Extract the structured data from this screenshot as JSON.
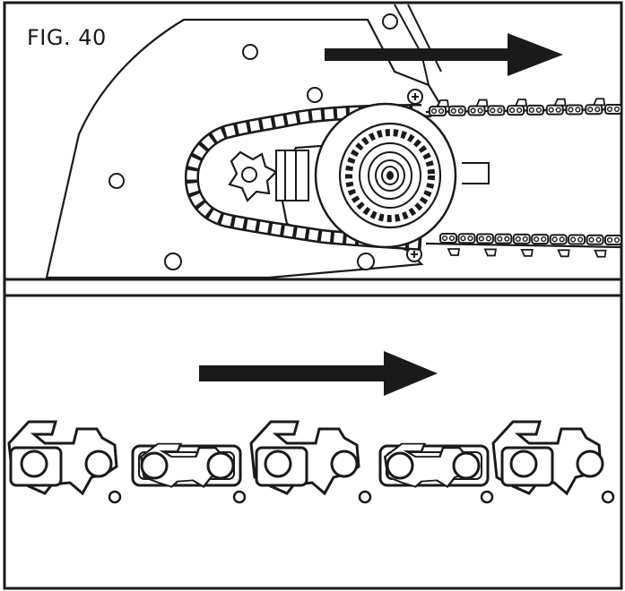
{
  "figure": {
    "label": "FIG. 40"
  },
  "colors": {
    "ink": "#1a1a1a",
    "paper": "#ffffff"
  },
  "panels": [
    {
      "name": "chain-on-sprocket-panel"
    },
    {
      "name": "chain-closeup-panel"
    }
  ],
  "arrows": [
    {
      "name": "direction-arrow-top",
      "direction": "right"
    },
    {
      "name": "direction-arrow-bottom",
      "direction": "right"
    }
  ]
}
